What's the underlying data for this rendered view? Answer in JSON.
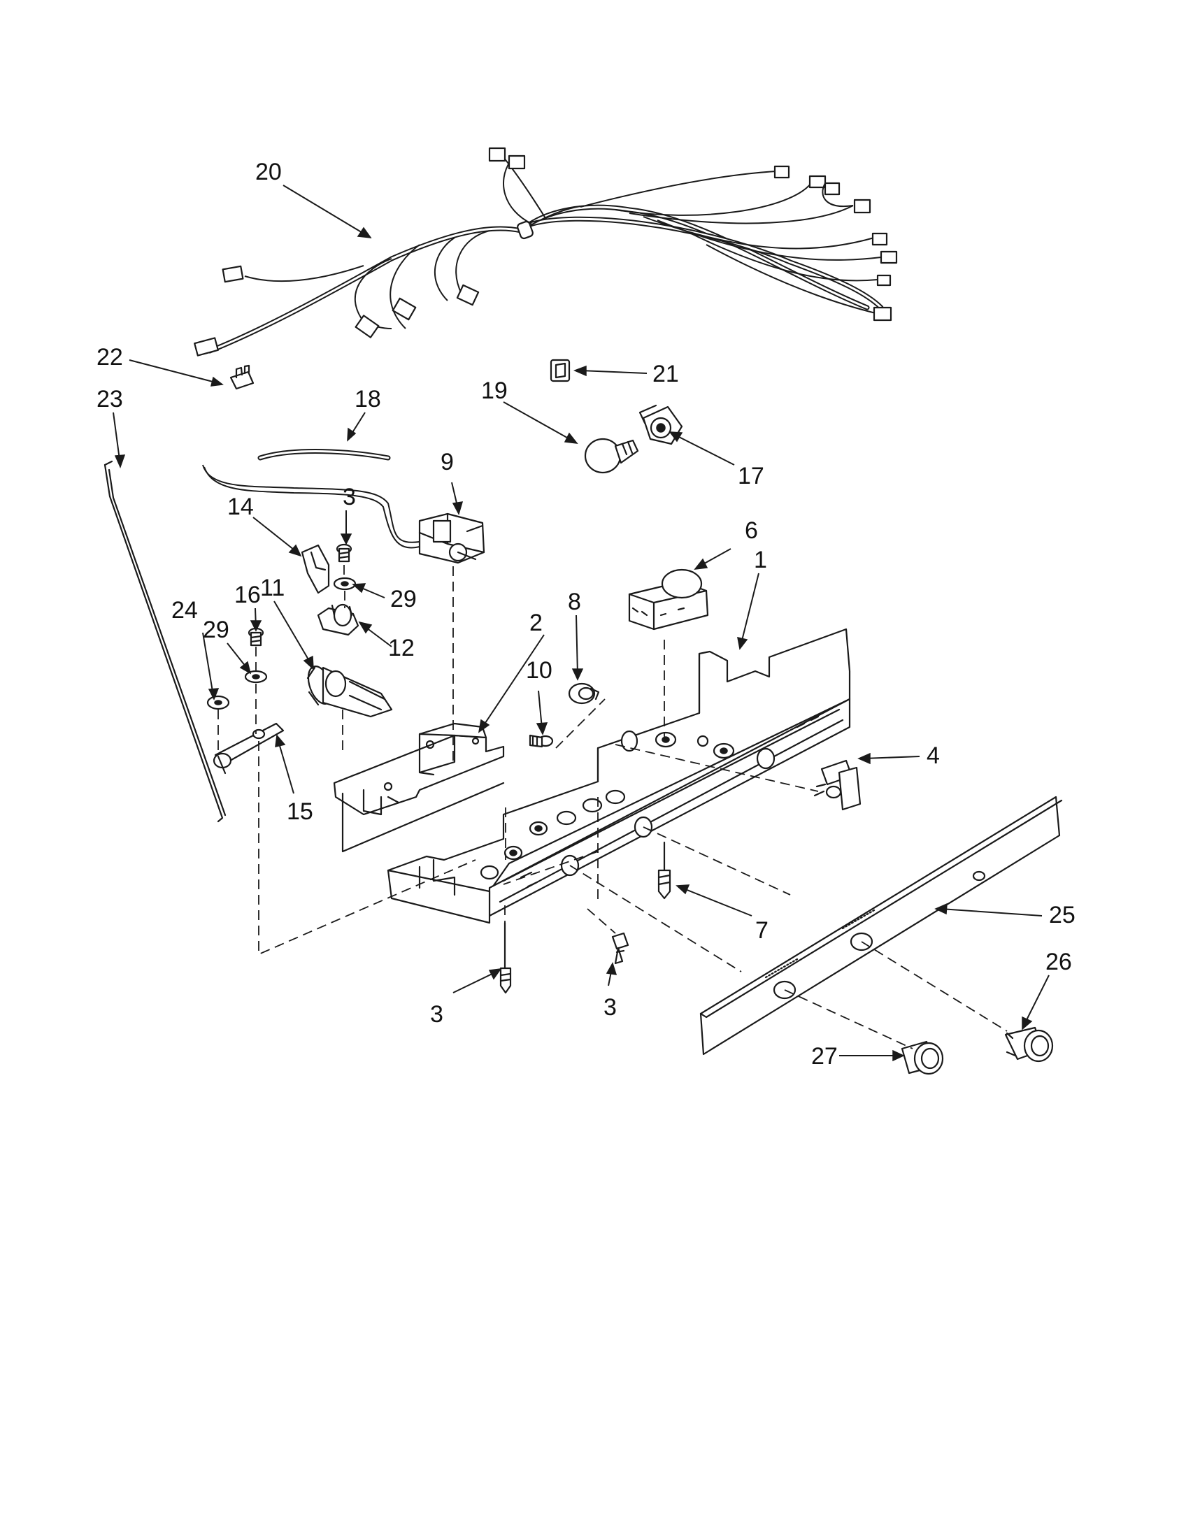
{
  "callouts": [
    {
      "id": "c20",
      "label": "20"
    },
    {
      "id": "c22",
      "label": "22"
    },
    {
      "id": "c23",
      "label": "23"
    },
    {
      "id": "c18",
      "label": "18"
    },
    {
      "id": "c21",
      "label": "21"
    },
    {
      "id": "c19",
      "label": "19"
    },
    {
      "id": "c17",
      "label": "17"
    },
    {
      "id": "c9",
      "label": "9"
    },
    {
      "id": "c14",
      "label": "14"
    },
    {
      "id": "c3a",
      "label": "3"
    },
    {
      "id": "c29a",
      "label": "29"
    },
    {
      "id": "c6",
      "label": "6"
    },
    {
      "id": "c1",
      "label": "1"
    },
    {
      "id": "c16",
      "label": "16"
    },
    {
      "id": "c11",
      "label": "11"
    },
    {
      "id": "c24",
      "label": "24"
    },
    {
      "id": "c29b",
      "label": "29"
    },
    {
      "id": "c12",
      "label": "12"
    },
    {
      "id": "c2",
      "label": "2"
    },
    {
      "id": "c8",
      "label": "8"
    },
    {
      "id": "c10",
      "label": "10"
    },
    {
      "id": "c15",
      "label": "15"
    },
    {
      "id": "c4",
      "label": "4"
    },
    {
      "id": "c7",
      "label": "7"
    },
    {
      "id": "c25",
      "label": "25"
    },
    {
      "id": "c26",
      "label": "26"
    },
    {
      "id": "c3b",
      "label": "3"
    },
    {
      "id": "c3c",
      "label": "3"
    },
    {
      "id": "c27",
      "label": "27"
    }
  ]
}
